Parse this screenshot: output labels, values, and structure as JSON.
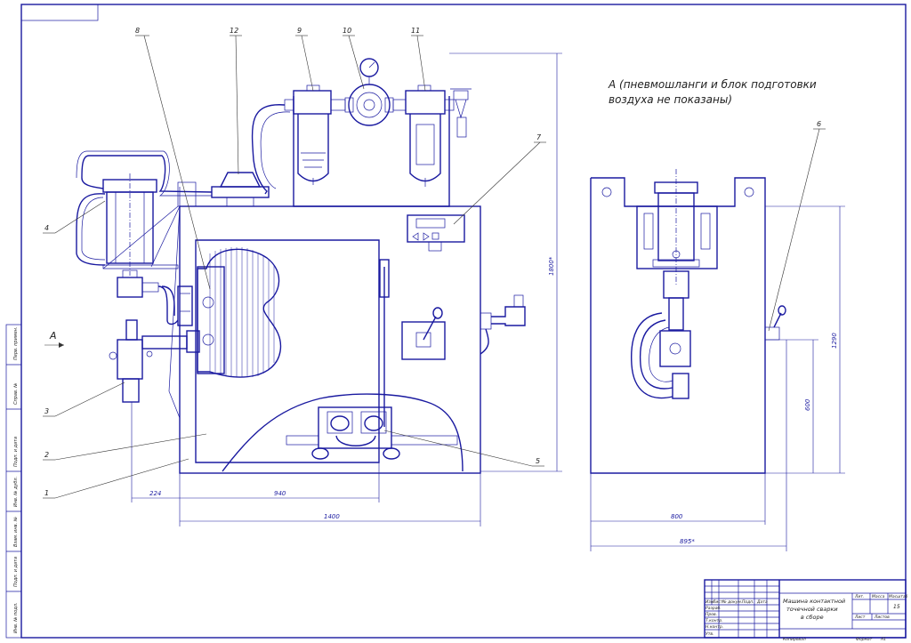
{
  "view_title": {
    "line1": "А (пневмошланги и блок подготовки",
    "line2": "воздуха не показаны)"
  },
  "view_marker": "А",
  "callouts": [
    "8",
    "12",
    "9",
    "10",
    "11",
    "7",
    "4",
    "3",
    "2",
    "1",
    "5",
    "6"
  ],
  "dimensions": {
    "d224": "224",
    "d940": "940",
    "d1400": "1400",
    "d1800": "1800*",
    "d800": "800",
    "d895": "895*",
    "d1290": "1290",
    "d600": "600"
  },
  "title_block": {
    "name_line1": "Машина контактной",
    "name_line2": "точечной сварки",
    "name_line3": "в сборе",
    "col_lit": "Лит.",
    "col_mass": "Масса",
    "col_scale": "Масштаб",
    "scale_value": "15",
    "sheet_label": "Лист",
    "sheets_label": "Листов",
    "copied": "Копировал",
    "format": "Формат",
    "format_value": "А1",
    "rows": [
      "Изм.",
      "Лист",
      "№ докум.",
      "Подп.",
      "Дата"
    ],
    "roles": [
      "Разраб.",
      "Пров.",
      "Т.контр.",
      "Н.контр.",
      "Утв."
    ]
  },
  "side_stamp": [
    "Инв. № подл.",
    "Подп. и дата",
    "Взам. инв. №",
    "Инв. № дубл.",
    "Подп. и дата",
    "Справ. №",
    "Перв. примен."
  ],
  "colors": {
    "lines": "#1a1aa0",
    "leaders": "#333333",
    "paper": "#ffffff"
  }
}
